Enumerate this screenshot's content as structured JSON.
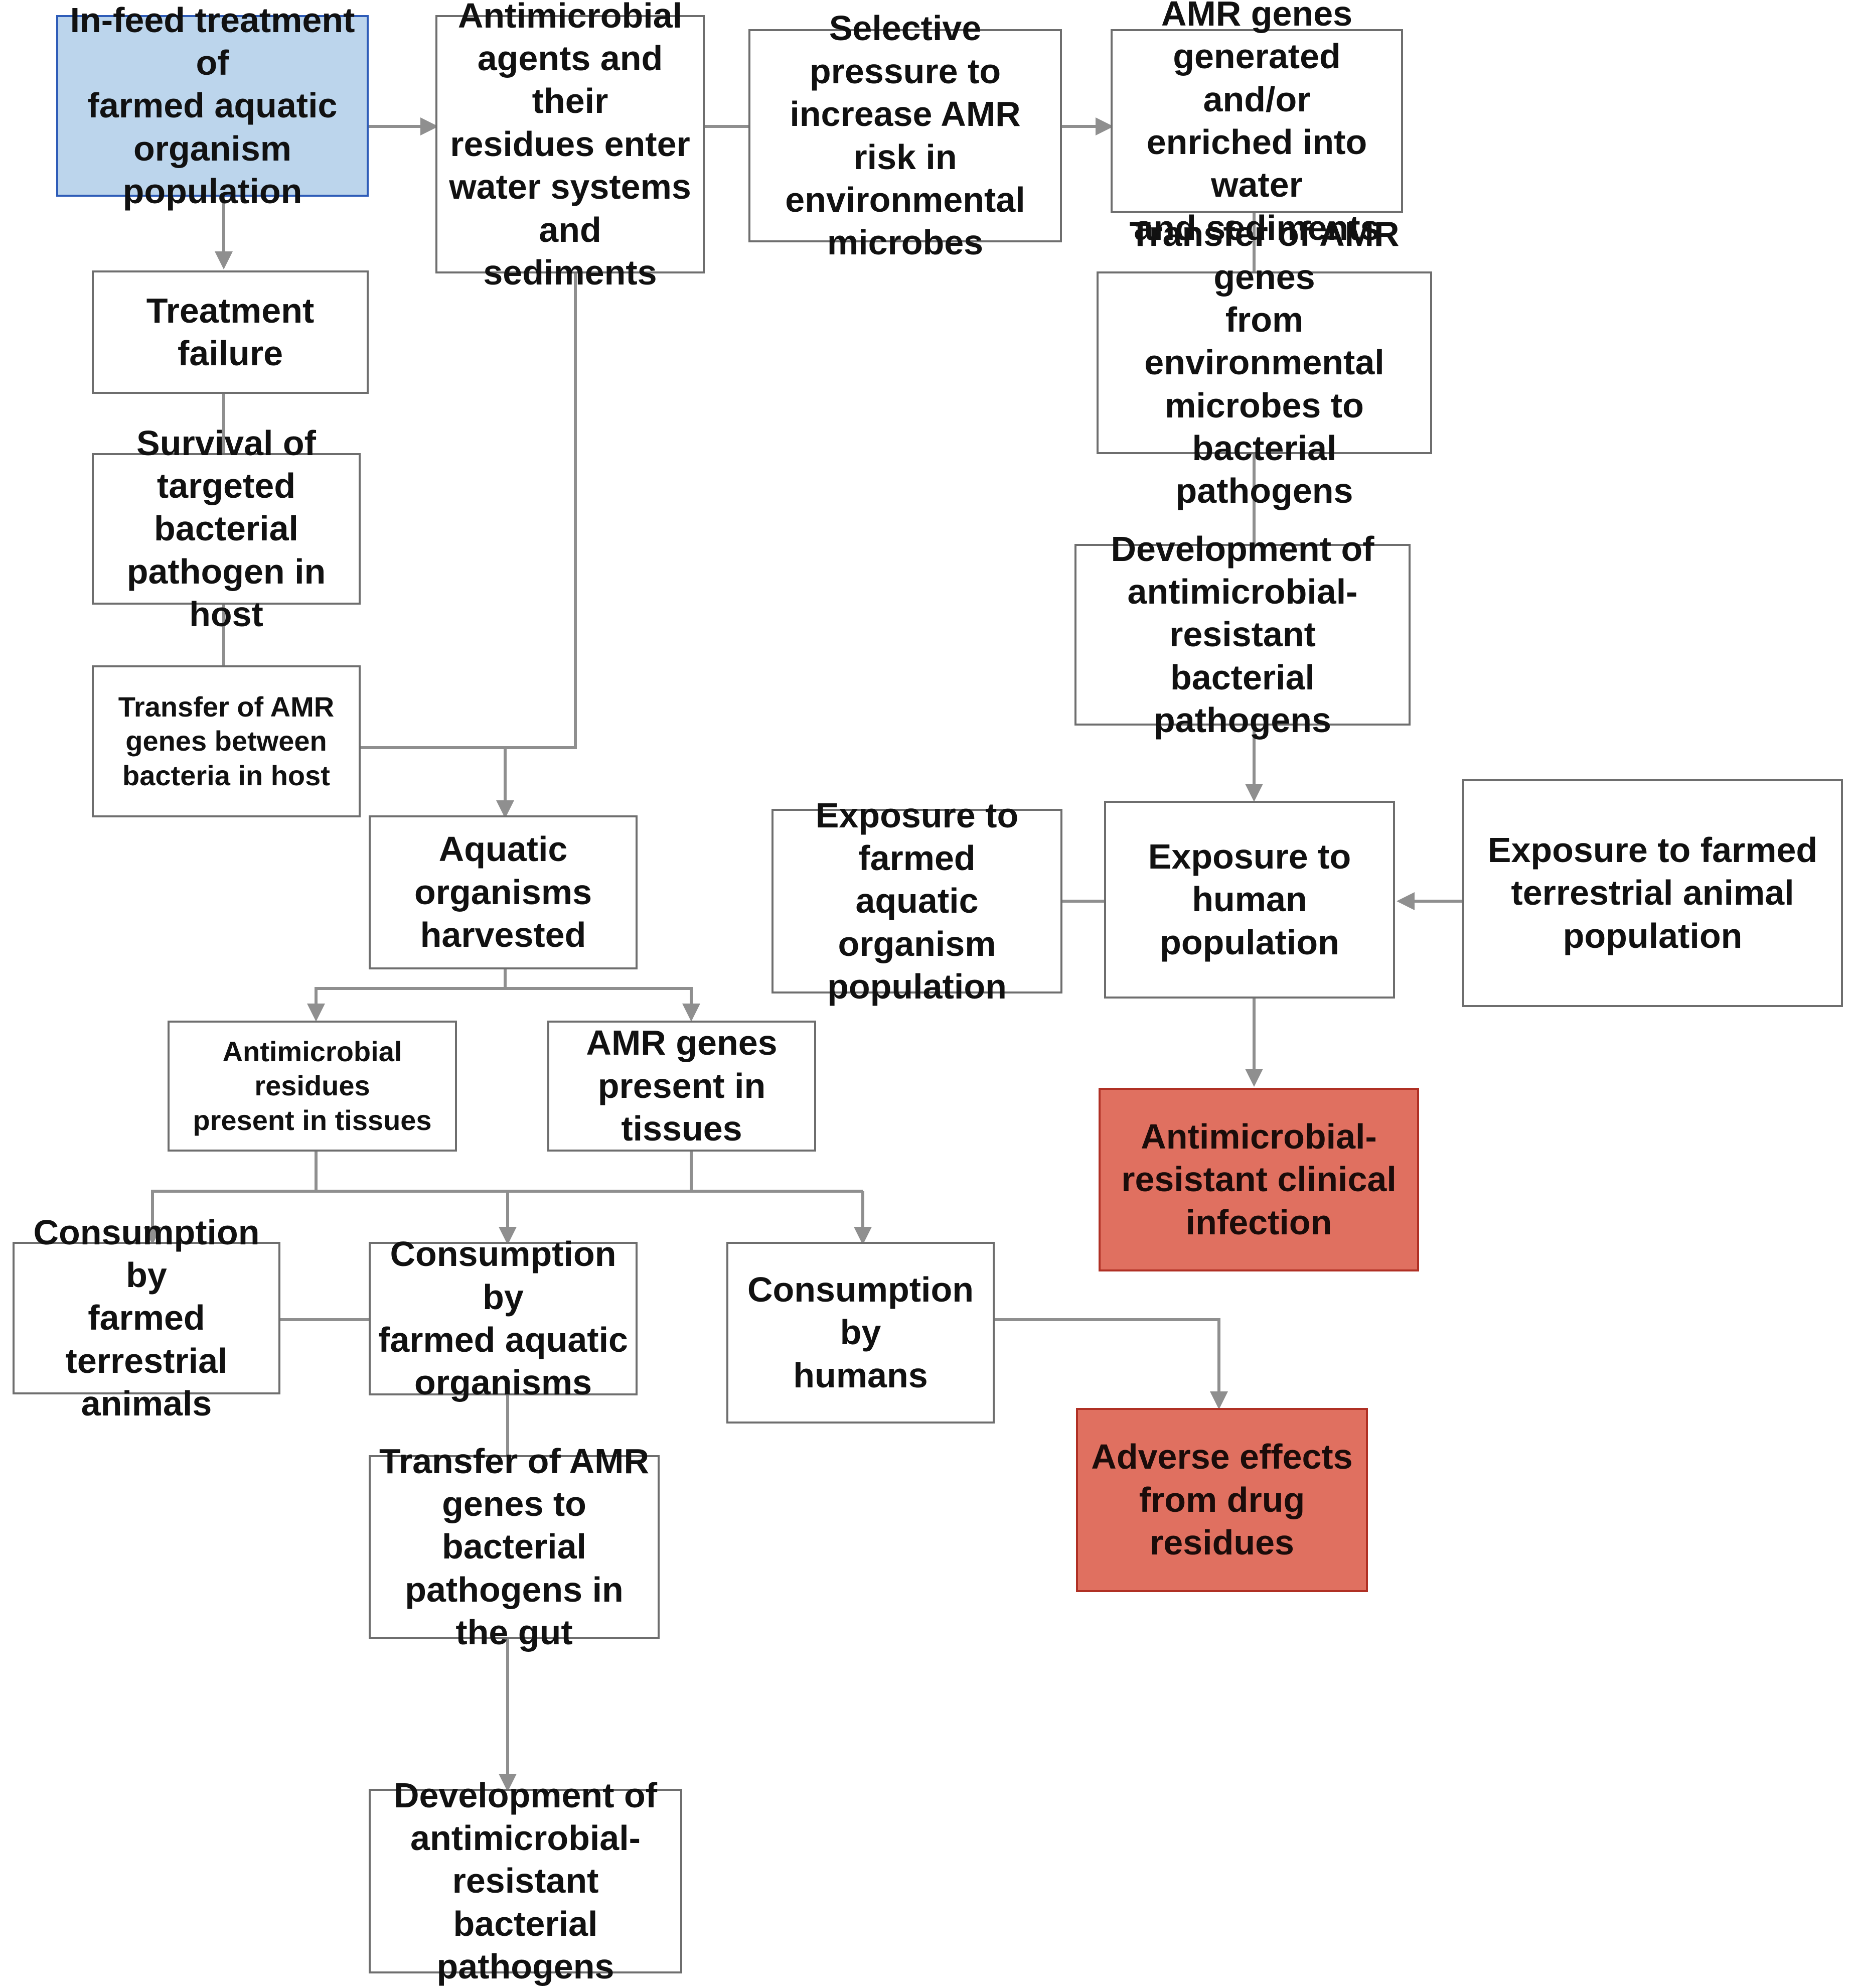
{
  "nodes": {
    "infeed_treatment": "In-feed treatment of\nfarmed aquatic\norganism population",
    "antimicrobial_enter_water": "Antimicrobial\nagents and their\nresidues enter\nwater systems and\nsediments",
    "selective_pressure": "Selective pressure to\nincrease AMR risk in\nenvironmental\nmicrobes",
    "amr_genes_water": "AMR genes\ngenerated and/or\nenriched into water\nand sediments",
    "treatment_failure": "Treatment failure",
    "transfer_env_to_pathogens": "Transfer of AMR genes\nfrom environmental\nmicrobes to bacterial\npathogens",
    "survival_pathogen": "Survival of\ntargeted bacterial\npathogen in host",
    "development_resistant_right": "Development of\nantimicrobial-resistant\nbacterial pathogens",
    "transfer_in_host": "Transfer of AMR\ngenes between\nbacteria in host",
    "aquatic_harvested": "Aquatic organisms\nharvested",
    "exposure_farmed_aquatic": "Exposure to farmed\naquatic organism\npopulation",
    "exposure_human": "Exposure to human\npopulation",
    "exposure_farmed_terrestrial": "Exposure to farmed\nterrestrial animal\npopulation",
    "residues_in_tissues": "Antimicrobial residues\npresent in tissues",
    "amr_genes_tissues": "AMR genes\npresent in tissues",
    "clinical_infection": "Antimicrobial-\nresistant clinical\ninfection",
    "consumption_terrestrial": "Consumption by\nfarmed terrestrial\nanimals",
    "consumption_aquatic": "Consumption by\nfarmed aquatic\norganisms",
    "consumption_humans": "Consumption by\nhumans",
    "adverse_effects": "Adverse effects\nfrom drug residues",
    "transfer_gut": "Transfer of AMR\ngenes to bacterial\npathogens in the gut",
    "development_resistant_bottom": "Development of\nantimicrobial-\nresistant bacterial\npathogens"
  },
  "colors": {
    "start_fill": "#bcd5ec",
    "start_border": "#2e5cb8",
    "outcome_fill": "#e07060",
    "outcome_border": "#b03024",
    "box_border": "#6e6e6e",
    "connector": "#8f8f8f"
  }
}
